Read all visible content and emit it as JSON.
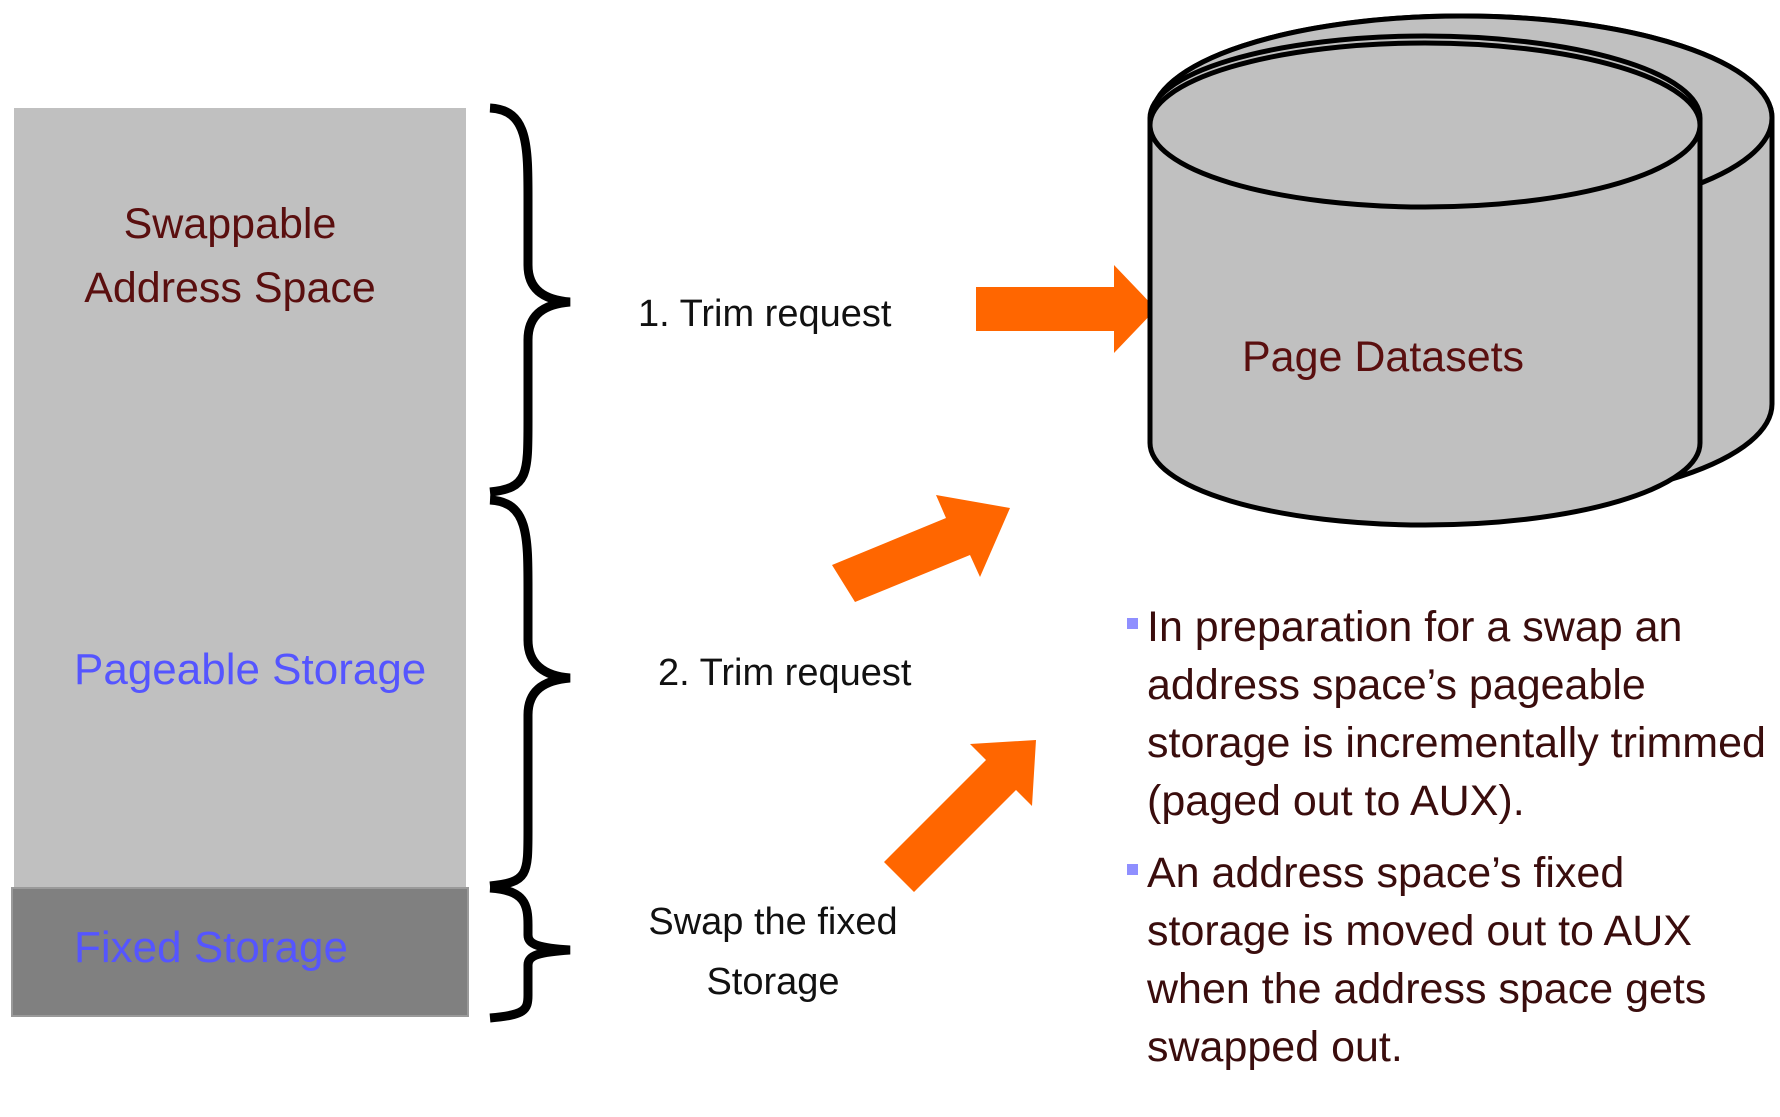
{
  "memory_column": {
    "swappable_label_lines": [
      "Swappable",
      "Address Space"
    ],
    "pageable_label": "Pageable Storage",
    "fixed_label": "Fixed Storage"
  },
  "arrows": {
    "trim1_label": "1. Trim request",
    "trim2_label": "2. Trim request",
    "swap_fixed_lines": [
      "Swap the fixed",
      "Storage"
    ]
  },
  "datasets": {
    "label": "Page Datasets"
  },
  "bullets": [
    "In preparation for a swap an address space’s pageable storage is incrementally trimmed (paged out to AUX).",
    "An address space’s fixed storage is moved out to AUX when the address space gets swapped out."
  ],
  "colors": {
    "pageable_fill": "#c0c0c0",
    "fixed_fill": "#808080",
    "arrow": "#ff6600",
    "label_dark": "#5a0f0f",
    "label_blue": "#5555ff"
  }
}
